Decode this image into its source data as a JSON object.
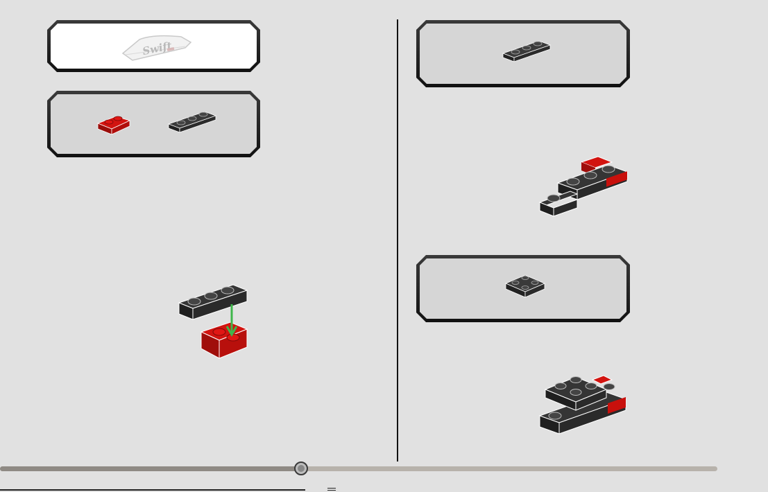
{
  "page": {
    "progress_fraction": 0.42
  },
  "panels": [
    {
      "name": "parts-panel-1",
      "style": "white",
      "contents": [
        "sticker-swift"
      ]
    },
    {
      "name": "parts-panel-2",
      "style": "grey",
      "contents": [
        "plate-1x2-red",
        "plate-1x3-black"
      ]
    },
    {
      "name": "parts-panel-3",
      "style": "grey",
      "contents": [
        "plate-1x3-black"
      ]
    },
    {
      "name": "parts-panel-4",
      "style": "grey",
      "contents": [
        "plate-2x2-black"
      ]
    }
  ],
  "sticker": {
    "text": "Swift"
  },
  "colors": {
    "brick_black": "#2e2e2e",
    "brick_red": "#c8100c",
    "arrow_green": "#3fb64b",
    "panel_grey": "#d6d6d6"
  },
  "icons": [
    "sticker-icon",
    "red-plate-1x2-icon",
    "black-plate-1x3-icon",
    "black-plate-2x2-icon",
    "green-arrow-icon",
    "slider-thumb-icon"
  ]
}
